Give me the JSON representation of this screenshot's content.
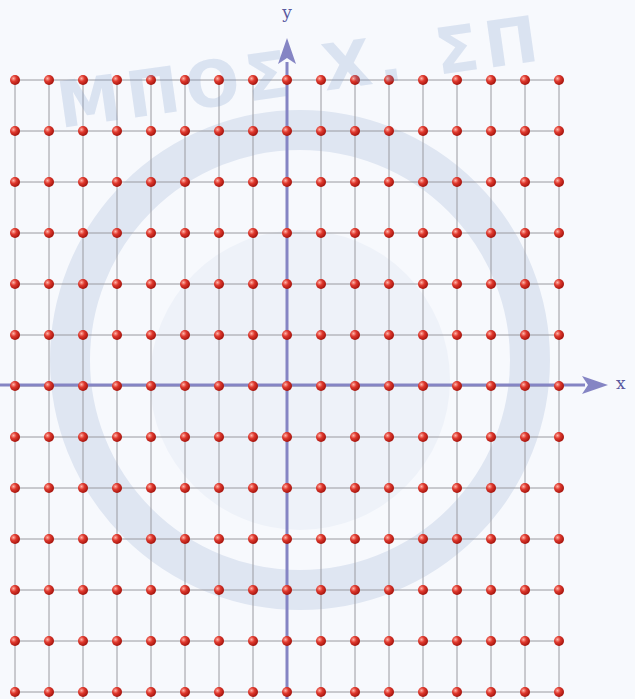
{
  "diagram": {
    "labels": [
      "y",
      "x",
      "ΜΠΟΣ Χ. ΣΠ"
    ]
  }
}
